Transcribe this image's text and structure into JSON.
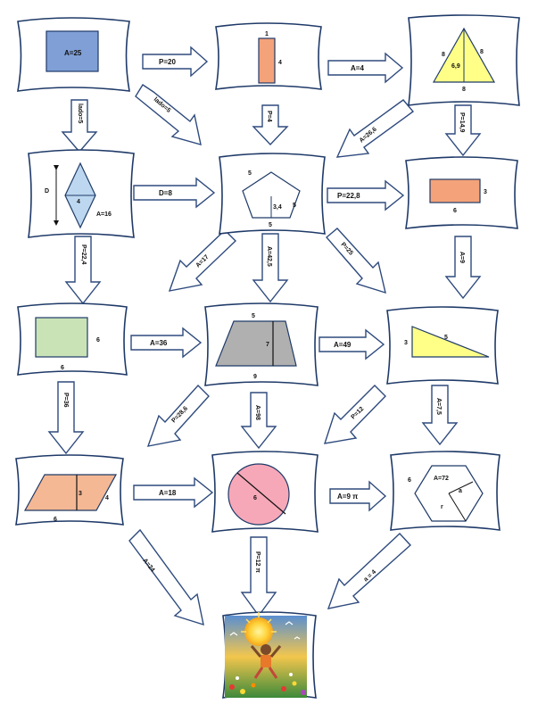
{
  "colors": {
    "card_border": "#1f3a68",
    "arrow_border": "#2e4a7d",
    "blue_square": "#7f9fd6",
    "orange": "#f4a27a",
    "yellow": "#ffff88",
    "rhombus": "#bcd7ef",
    "green": "#c9e3b6",
    "gray": "#b0b0b0",
    "pink": "#f6a8b8"
  },
  "shapes": {
    "square": {
      "area": "A=25"
    },
    "rect_tall": {
      "width": "1",
      "height": "4"
    },
    "triangle": {
      "left": "8",
      "right": "8",
      "bottom": "8",
      "height": "6,9"
    },
    "rhombus": {
      "diagonal": "D",
      "small": "4",
      "area": "A=16"
    },
    "pentagon": {
      "side_top": "5",
      "side_right": "5",
      "side_bottom": "5",
      "apothem": "3,4"
    },
    "rect_wide": {
      "height": "3",
      "width": "6"
    },
    "green_square": {
      "right": "6",
      "bottom": "6"
    },
    "trapezoid": {
      "top": "5",
      "height": "7",
      "bottom": "9"
    },
    "right_triangle": {
      "leg": "3",
      "hyp": "5"
    },
    "parallelogram": {
      "height": "3",
      "side": "4",
      "base": "6"
    },
    "circle": {
      "diameter": "6"
    },
    "hexagon": {
      "side": "6",
      "area": "A=72",
      "apothem": "a",
      "radius": "r"
    }
  },
  "arrows": {
    "a1": "P=20",
    "a2": "A=4",
    "a3": "lado=5",
    "a4": "lado=5",
    "a5": "P=4",
    "a6": "A=26,6",
    "a7": "P=14,9",
    "a8": "D=8",
    "a9": "P=22,8",
    "a10": "P=22,4",
    "a11": "A=17",
    "a12": "A=42,5",
    "a13": "P=25",
    "a14": "A=9",
    "a15": "A=36",
    "a16": "A=49",
    "a17": "P=36",
    "a18": "P=28,6",
    "a19": "A=98",
    "a20": "P=12",
    "a21": "A=7,5",
    "a22": "A=18",
    "a23": "A=9 π",
    "a24": "A=24",
    "a25": "P=12 π",
    "a26": "a = 4"
  }
}
